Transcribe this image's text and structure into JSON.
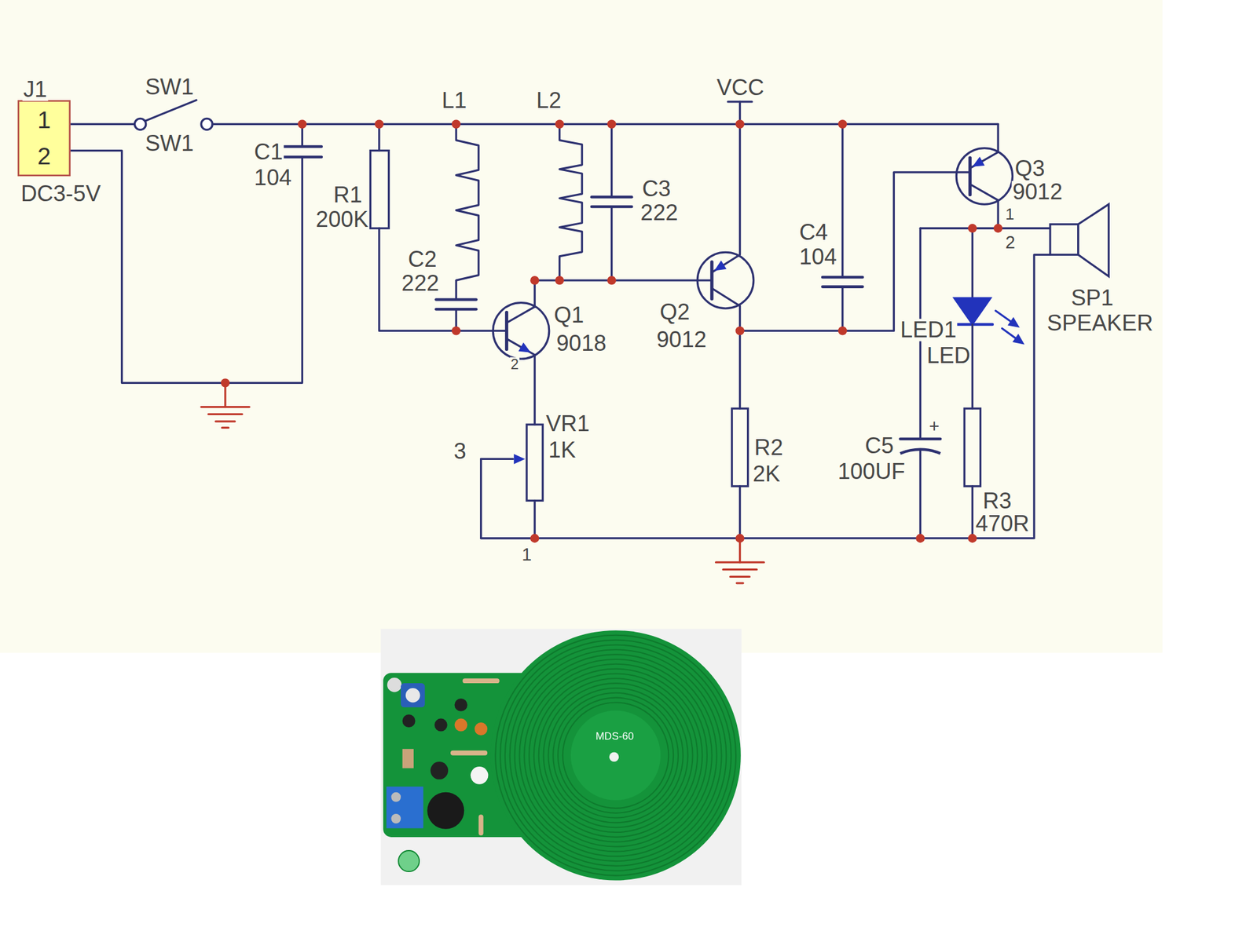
{
  "diagram": {
    "nodes": [
      {
        "text": [
          "1",
          "2"
        ]
      }
    ],
    "labels": [
      "J1",
      "SW1",
      "SW1",
      "DC3-5V",
      "L1",
      "L2",
      "VCC",
      "C1",
      "104",
      "R1",
      "200K",
      "C3",
      "222",
      "C4",
      "104",
      "Q3",
      "9012",
      "1",
      "2",
      "SP1",
      "SPEAKER",
      "C2",
      "222",
      "Q1",
      "9018",
      "Q2",
      "9012",
      "2",
      "LED1",
      "LED",
      "VR1",
      "1K",
      "3",
      "R2",
      "2K",
      "C5",
      "100UF",
      "+",
      "R3",
      "470R",
      "1",
      "MDS-60"
    ]
  }
}
